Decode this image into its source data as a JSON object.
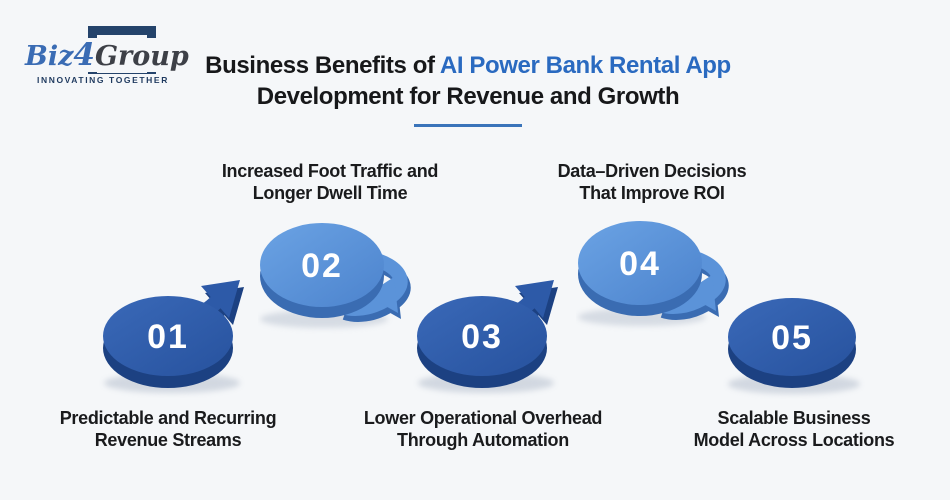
{
  "page": {
    "background_color": "#f5f7f9"
  },
  "logo": {
    "brand_prefix": "Biz",
    "brand_number": "4",
    "brand_suffix": "Group",
    "tagline": "INNOVATING TOGETHER",
    "square_color": "#24436b",
    "blue_color": "#3a6cb4"
  },
  "header": {
    "title_prefix": "Business Benefits of ",
    "title_highlight": "AI Power Bank Rental App",
    "title_line2": "Development for Revenue and Growth",
    "accent_color": "#2a6ac0",
    "underline_color": "#3a74ba"
  },
  "steps": [
    {
      "number": "01",
      "label_lines": [
        "Predictable and Recurring",
        "Revenue Streams"
      ],
      "tone": "dark",
      "arrow": "up-right",
      "label_position": "below"
    },
    {
      "number": "02",
      "label_lines": [
        "Increased Foot Traffic and",
        "Longer Dwell Time"
      ],
      "tone": "light",
      "arrow": "down-right",
      "label_position": "above"
    },
    {
      "number": "03",
      "label_lines": [
        "Lower Operational Overhead",
        "Through Automation"
      ],
      "tone": "dark",
      "arrow": "up-right",
      "label_position": "below"
    },
    {
      "number": "04",
      "label_lines": [
        "Data–Driven Decisions",
        "That Improve ROI"
      ],
      "tone": "light",
      "arrow": "down-right",
      "label_position": "above"
    },
    {
      "number": "05",
      "label_lines": [
        "Scalable Business",
        "Model Across Locations"
      ],
      "tone": "dark",
      "arrow": "none",
      "label_position": "below"
    }
  ],
  "colors": {
    "disc_dark": "#2d5aa8",
    "disc_dark_side": "#1c4182",
    "disc_light": "#5b93d9",
    "disc_light_side": "#3a6cb2",
    "number_text": "#ffffff",
    "label_text": "#1a1b1d"
  }
}
